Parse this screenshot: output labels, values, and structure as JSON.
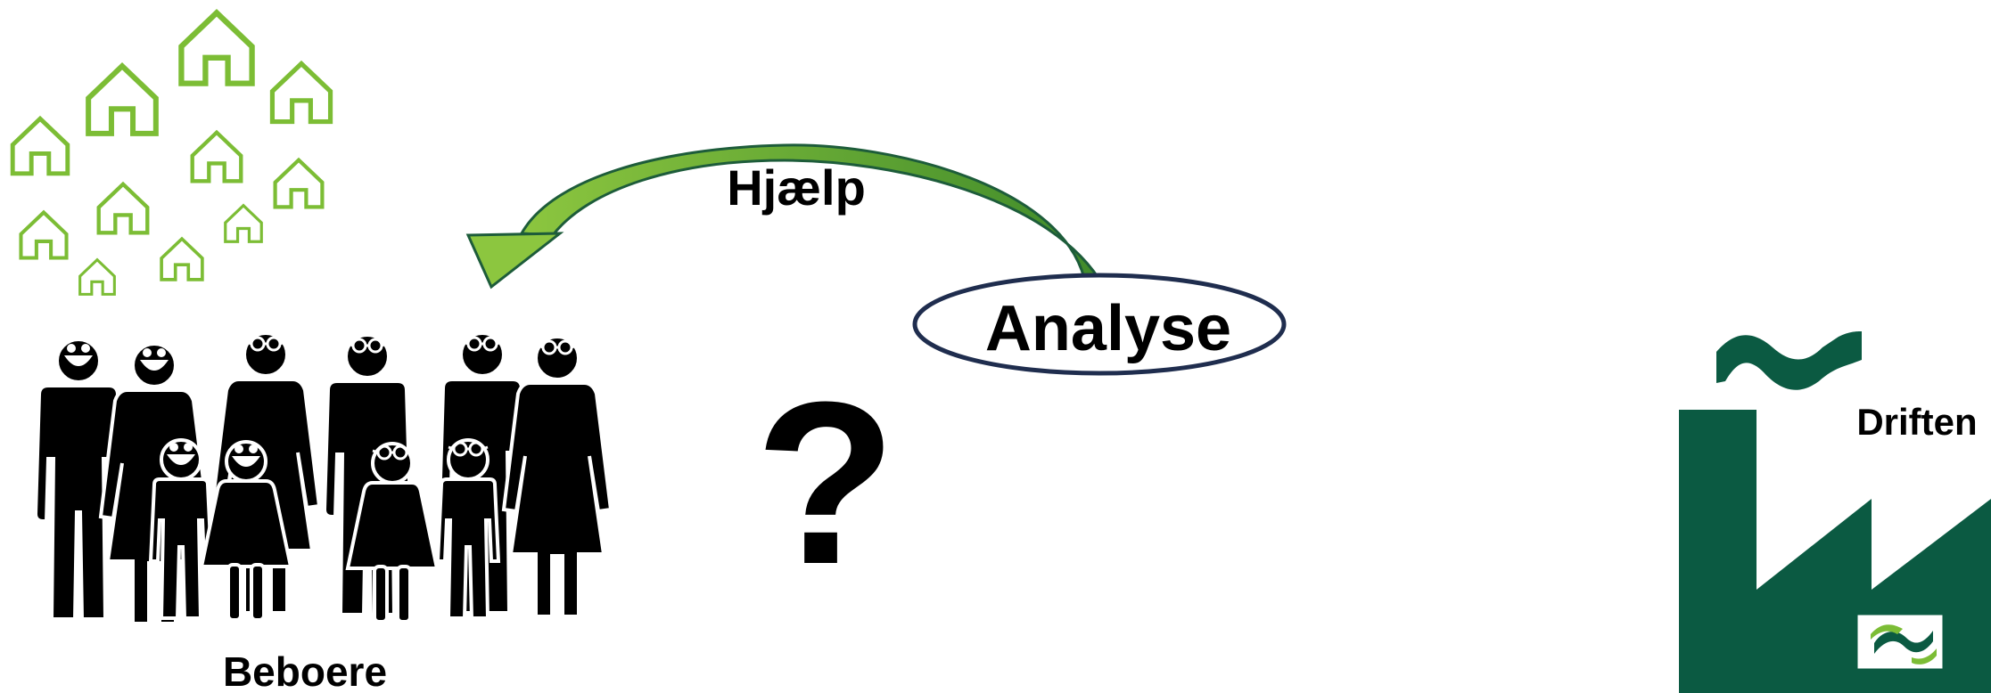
{
  "labels": {
    "help": "Hjælp",
    "analysis": "Analyse",
    "question": "?",
    "residents": "Beboere",
    "operations": "Driften"
  },
  "icons": {
    "houses": "house-outline-icon",
    "residents": "family-group-icon",
    "arrow": "curved-arrow-icon",
    "factory": "factory-icon",
    "wave": "wave-icon",
    "logo": "company-logo-icon"
  },
  "colors": {
    "house_green": "#7cbd35",
    "arrow_green_light": "#8cc63f",
    "arrow_green_dark": "#2e7d32",
    "arrow_outline": "#1d5c3a",
    "ellipse_stroke": "#1f2d4e",
    "factory_green": "#0b5a42",
    "text": "#000000"
  }
}
